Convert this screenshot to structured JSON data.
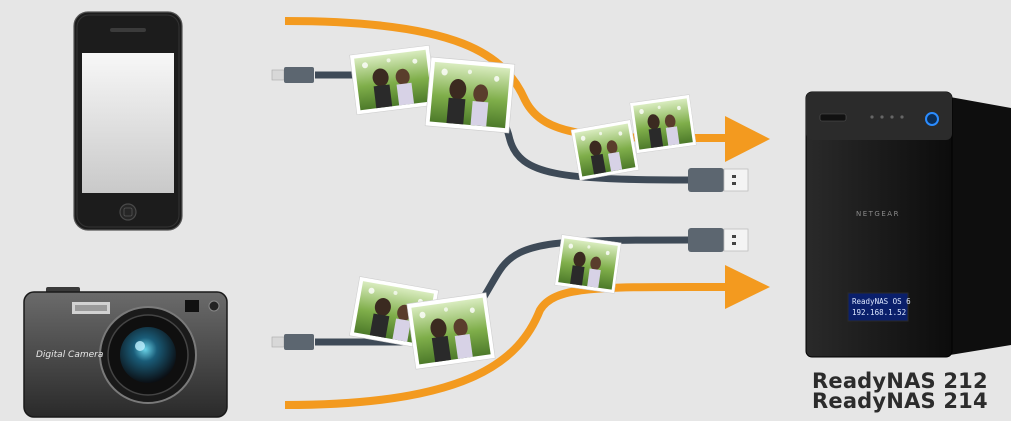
{
  "camera": {
    "label": "Digital Camera"
  },
  "nas": {
    "brand": "NETGEAR",
    "lcd_line1": "ReadyNAS OS 6",
    "lcd_line2": "192.168.1.52",
    "model_1": "ReadyNAS 212",
    "model_2": "ReadyNAS 214"
  },
  "colors": {
    "background": "#e6e6e6",
    "flow_arrow": "#f39a1f",
    "usb_cable": "#3e4a57",
    "nas_body": "#161616",
    "power_led": "#2b8cff"
  },
  "icons": [
    "smartphone",
    "digital-camera",
    "usb-micro-connector",
    "usb-a-connector",
    "photo-print",
    "flow-arrow",
    "nas-device"
  ]
}
